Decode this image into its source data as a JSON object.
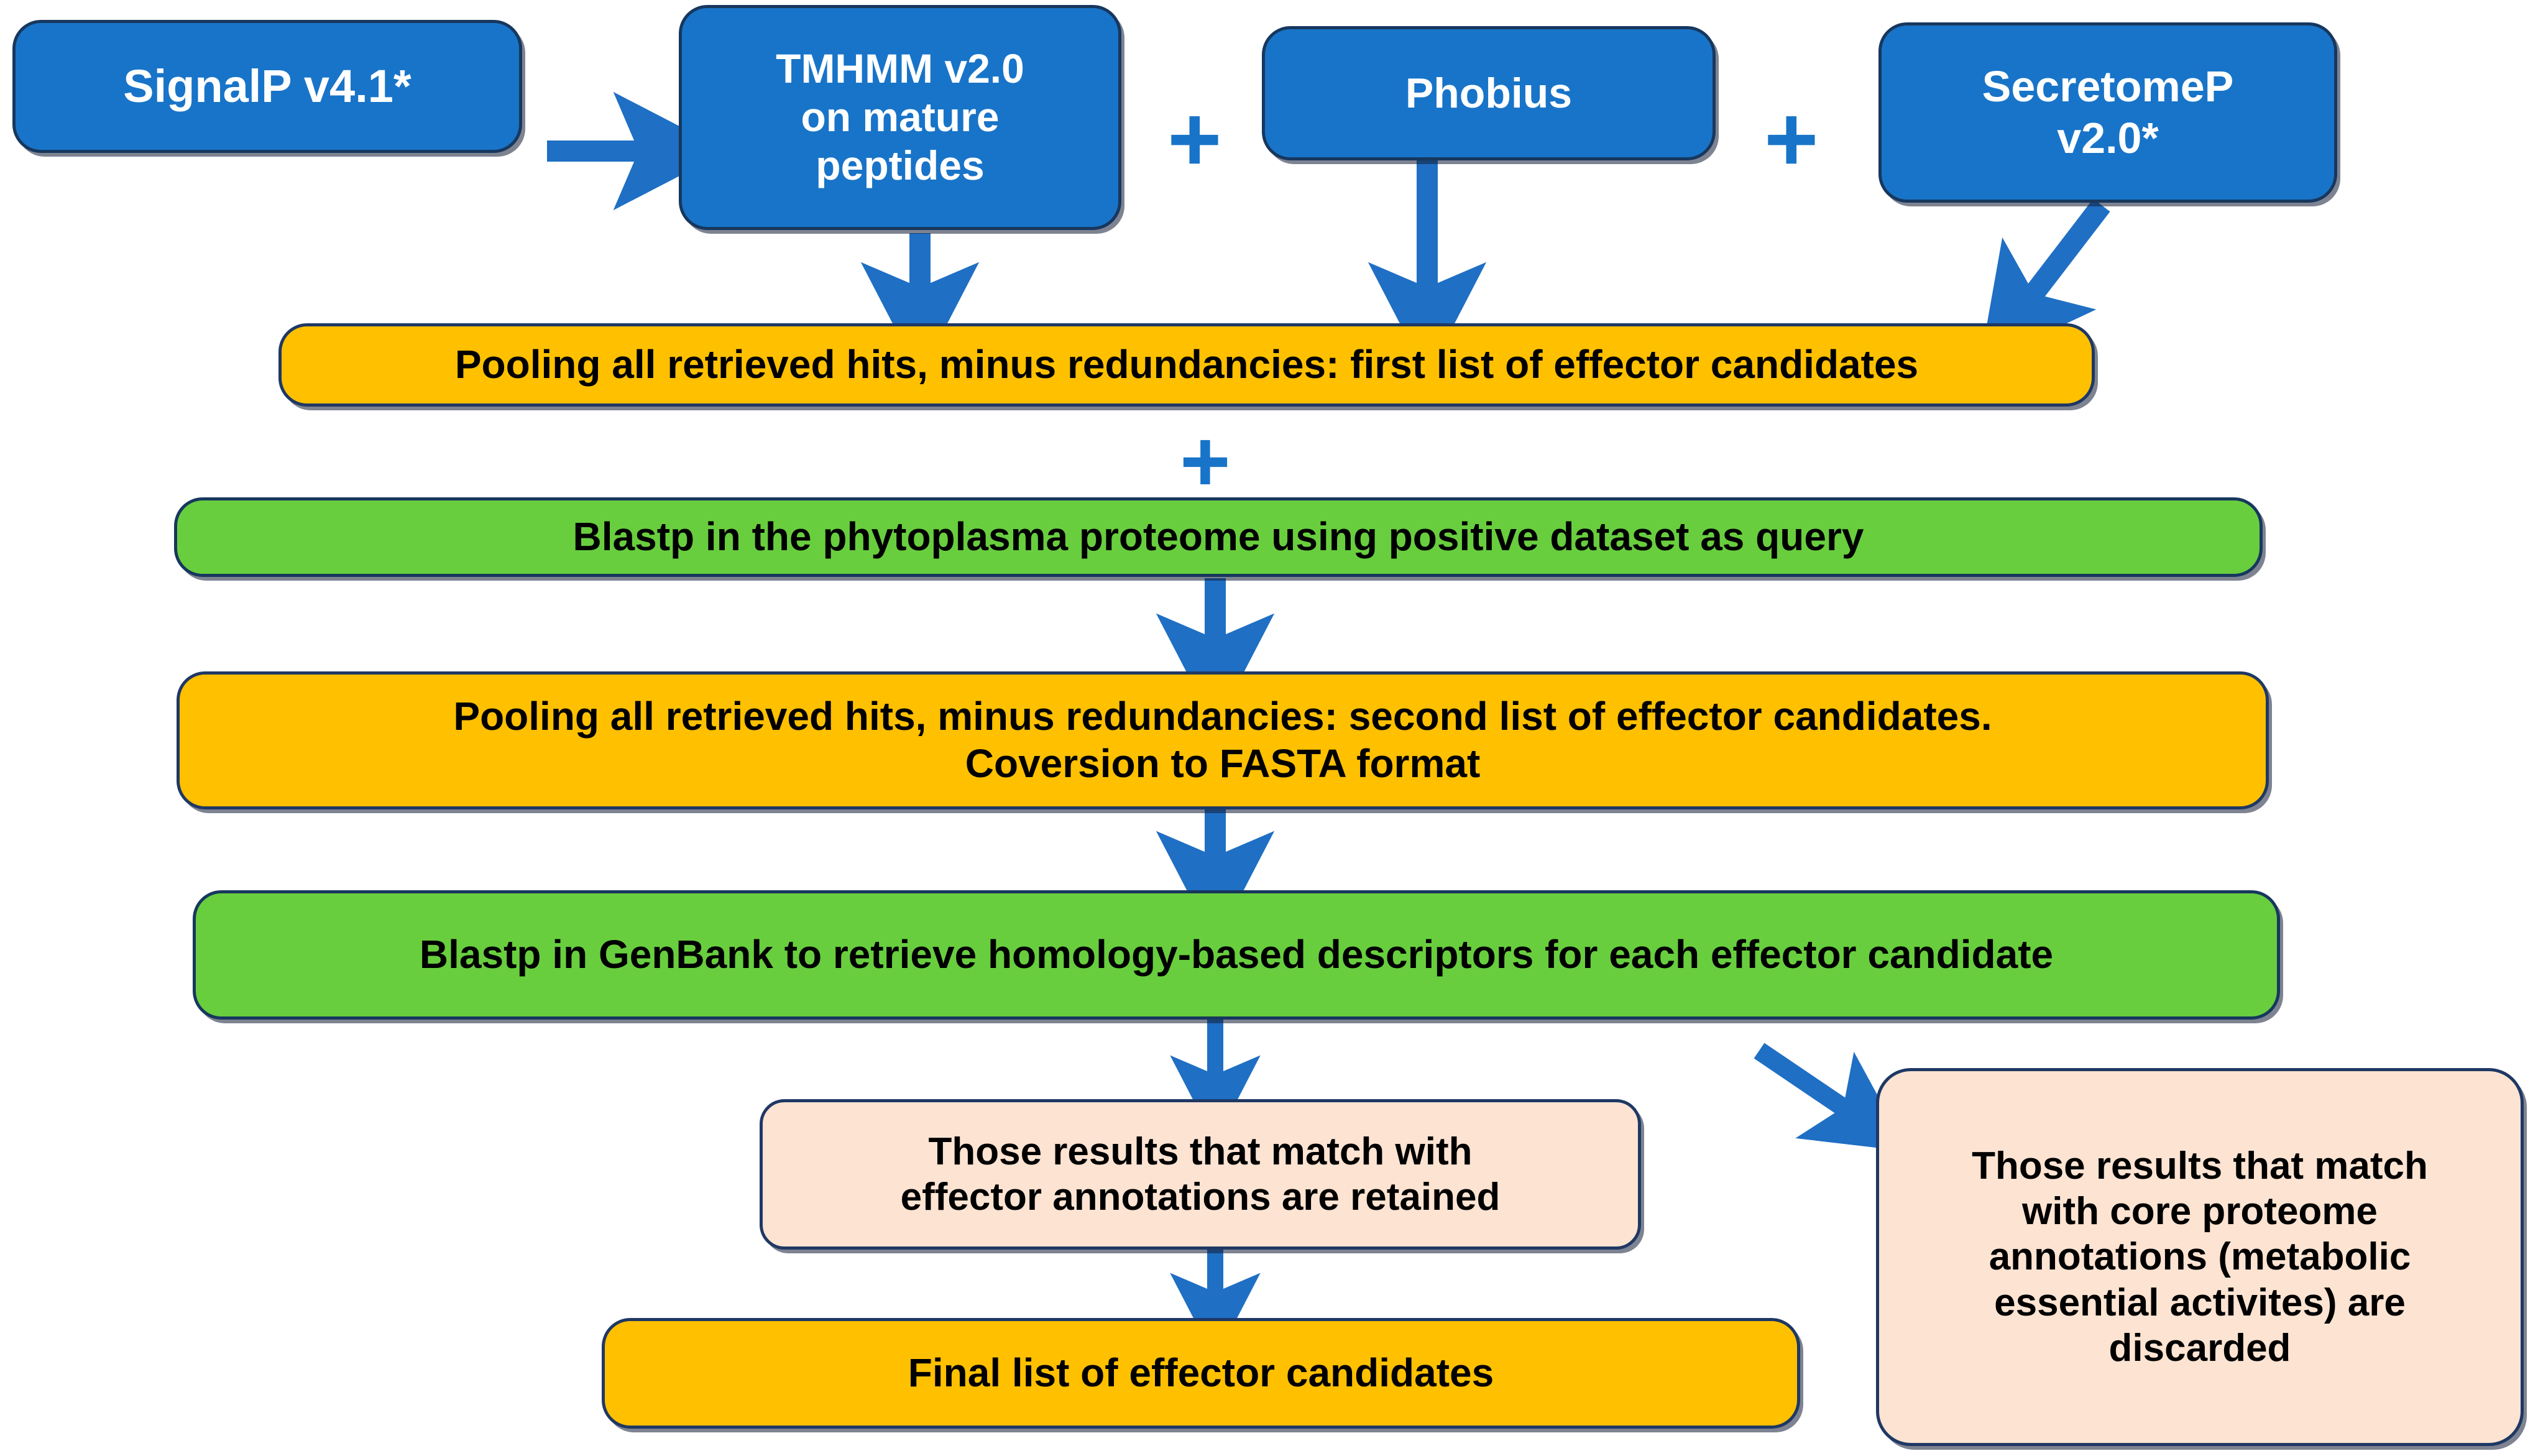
{
  "diagram": {
    "title": "Effector candidate prediction pipeline flowchart",
    "colors": {
      "blue": "#1874C8",
      "orange": "#FFC000",
      "green": "#68CE3E",
      "peach": "#FCE3D2",
      "border": "#1F3864",
      "arrow": "#1F6FC4"
    },
    "nodes": {
      "signalp": "SignalP v4.1*",
      "tmhmm": "TMHMM v2.0\non mature\npeptides",
      "phobius": "Phobius",
      "secretomep": "SecretomeP\nv2.0*",
      "pool_first": "Pooling all retrieved hits, minus redundancies: first list of effector candidates",
      "blastp_phytoplasma": "Blastp in the phytoplasma proteome using positive dataset as query",
      "pool_second": "Pooling all retrieved hits, minus redundancies: second  list of effector candidates.\nCoversion to FASTA format",
      "blastp_genbank": "Blastp in GenBank to retrieve homology-based descriptors for each effector candidate",
      "retained": "Those results that match with\neffector annotations are retained",
      "discarded": "Those results that match\nwith core proteome\nannotations (metabolic\nessential activites) are\ndiscarded",
      "final": "Final list of effector candidates"
    },
    "operators": {
      "plus_1": "+",
      "plus_2": "+",
      "plus_3": "+"
    },
    "edges": [
      {
        "from": "signalp",
        "to": "tmhmm",
        "kind": "arrow-right"
      },
      {
        "from": "tmhmm",
        "to": "pool_first",
        "kind": "arrow-down"
      },
      {
        "from": "phobius",
        "to": "pool_first",
        "kind": "arrow-down"
      },
      {
        "from": "secretomep",
        "to": "pool_first",
        "kind": "arrow-diagonal-down-left"
      },
      {
        "from": "blastp_phytoplasma",
        "to": "pool_second",
        "kind": "arrow-down"
      },
      {
        "from": "pool_second",
        "to": "blastp_genbank",
        "kind": "arrow-down"
      },
      {
        "from": "blastp_genbank",
        "to": "retained",
        "kind": "arrow-down"
      },
      {
        "from": "blastp_genbank",
        "to": "discarded",
        "kind": "arrow-diagonal-down-right"
      },
      {
        "from": "retained",
        "to": "final",
        "kind": "arrow-down"
      }
    ]
  }
}
